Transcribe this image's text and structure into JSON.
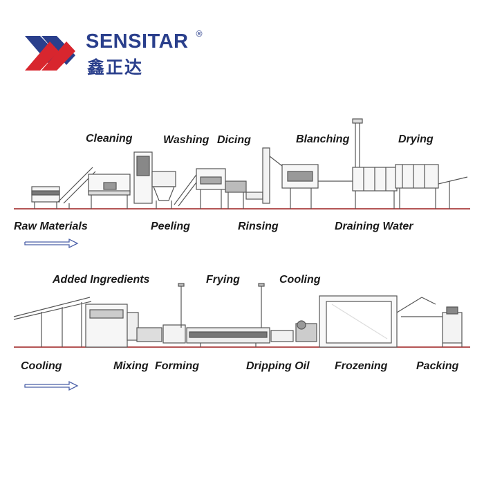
{
  "brand": {
    "name": "SENSITAR",
    "registered": "®",
    "chinese_name": "鑫正达",
    "colors": {
      "blue": "#2a3f8c",
      "red": "#d8262e"
    }
  },
  "row1": {
    "labels_top": [
      "Cleaning",
      "Washing",
      "Dicing",
      "Blanching",
      "Drying"
    ],
    "labels_bottom": [
      "Raw Materials",
      "Peeling",
      "Rinsing",
      "Draining Water"
    ]
  },
  "row2": {
    "labels_top": [
      "Added Ingredients",
      "Frying",
      "Cooling"
    ],
    "labels_bottom": [
      "Cooling",
      "Mixing",
      "Forming",
      "Dripping Oil",
      "Frozening",
      "Packing"
    ]
  },
  "colors": {
    "line": "#555555",
    "ground": "#9b1b1b",
    "arrow": "#4a5fa8"
  }
}
